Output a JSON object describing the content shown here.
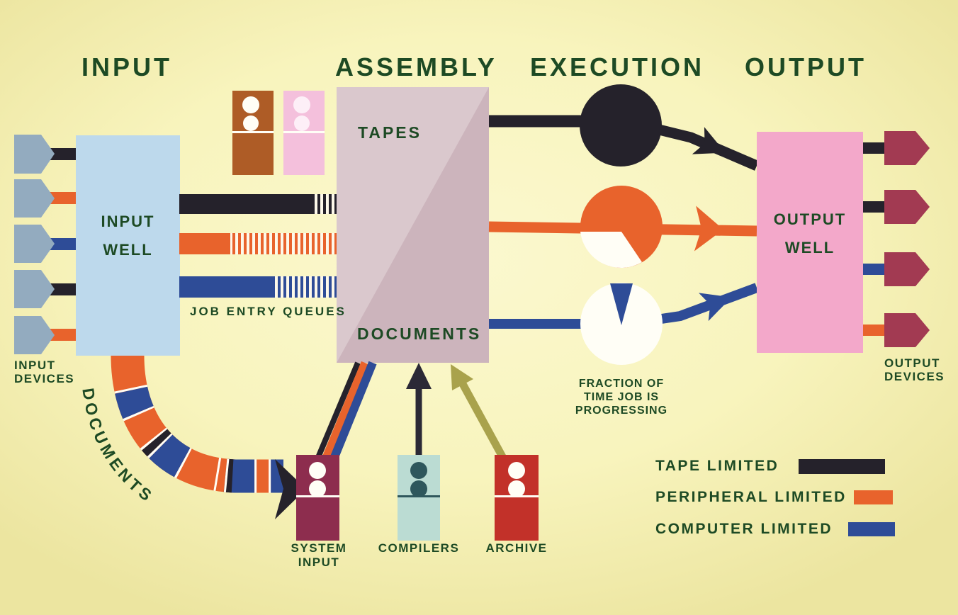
{
  "colors": {
    "bg": "#f8f4bd",
    "bg-light": "#fbf8cf",
    "bg-edge": "#ece5a0",
    "green": "#1d4a24",
    "ink": "#25222b",
    "orange": "#e8632c",
    "blue": "#2e4c97",
    "navy": "#2b2936",
    "steel": "#93abbf",
    "well-blue": "#bdd9ec",
    "well-pink": "#f3a8ca",
    "maroon": "#a23a52",
    "wine": "#8d2d4e",
    "red": "#c23129",
    "mint": "#bbdcd3",
    "teal": "#2e575c",
    "olive": "#a9a24c",
    "brown": "#ae5c26",
    "pinkdeck": "#f4c0dc",
    "asm-light": "#dac8cd",
    "asm-dark": "#ccb4bc",
    "cream": "#fdf8ea",
    "white": "#fffef6"
  },
  "headers": {
    "input": "INPUT",
    "assembly": "ASSEMBLY",
    "execution": "EXECUTION",
    "output": "OUTPUT"
  },
  "input_section": {
    "well": [
      "INPUT",
      "WELL"
    ],
    "devices_label": [
      "INPUT",
      "DEVICES"
    ],
    "device_count": 5,
    "device_link_colors": [
      "ink",
      "orange",
      "blue",
      "ink",
      "orange"
    ]
  },
  "queues": {
    "label": "JOB ENTRY QUEUES",
    "bars": [
      {
        "color": "ink",
        "solid_fraction": 0.85
      },
      {
        "color": "orange",
        "solid_fraction": 0.32
      },
      {
        "color": "blue",
        "solid_fraction": 0.6
      }
    ]
  },
  "assembly_box": {
    "tapes_label": "TAPES",
    "documents_label": "DOCUMENTS"
  },
  "execution": {
    "caption": [
      "FRACTION OF",
      "TIME JOB IS",
      "PROGRESSING"
    ],
    "progress_circles": [
      {
        "name": "tape-limited",
        "fraction": 1.0
      },
      {
        "name": "peripheral-limited",
        "fraction": 0.67
      },
      {
        "name": "computer-limited",
        "fraction": 0.07
      }
    ]
  },
  "output_section": {
    "well": [
      "OUTPUT",
      "WELL"
    ],
    "devices_label": [
      "OUTPUT",
      "DEVICES"
    ],
    "device_count": 4,
    "device_link_colors": [
      "ink",
      "ink",
      "blue",
      "orange"
    ]
  },
  "documents_flow": {
    "label": "DOCUMENTS"
  },
  "bottom_units": {
    "system_input": [
      "SYSTEM",
      "INPUT"
    ],
    "compilers": "COMPILERS",
    "archive": "ARCHIVE"
  },
  "legend": [
    {
      "label": "TAPE LIMITED",
      "color": "#25222b"
    },
    {
      "label": "PERIPHERAL LIMITED",
      "color": "#e8632c"
    },
    {
      "label": "COMPUTER LIMITED",
      "color": "#2e4c97"
    }
  ]
}
